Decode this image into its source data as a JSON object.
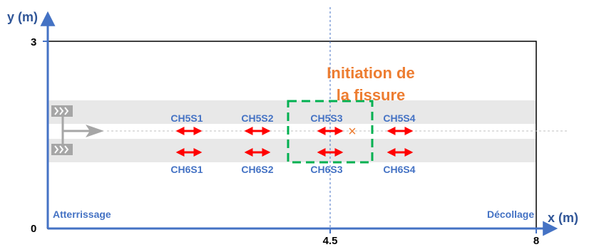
{
  "axes": {
    "x_title": "x (m)",
    "y_title": "y (m)",
    "x_ticks": [
      {
        "value": 4.5,
        "label": "4.5"
      },
      {
        "value": 8,
        "label": "8"
      }
    ],
    "y_ticks": [
      {
        "value": 0,
        "label": "0"
      },
      {
        "value": 3,
        "label": "3"
      }
    ],
    "axis_color": "#4472c4"
  },
  "ends": {
    "landing": "Atterrissage",
    "takeoff": "Décollage"
  },
  "crack": {
    "label_line1": "Initiation de",
    "label_line2": "la fissure",
    "marker": "×",
    "color": "#ed7d31"
  },
  "sensors": {
    "top": [
      "CH5S1",
      "CH5S2",
      "CH5S3",
      "CH5S4"
    ],
    "bottom": [
      "CH6S1",
      "CH6S2",
      "CH6S3",
      "CH6S4"
    ],
    "arrow_color": "#ff0000",
    "label_color": "#4472c4"
  },
  "colors": {
    "wheel_band": "#e8e8e8",
    "crack_box": "#00b050",
    "center_line": "#4472c4",
    "wheel_icon": "#a6a6a6"
  }
}
